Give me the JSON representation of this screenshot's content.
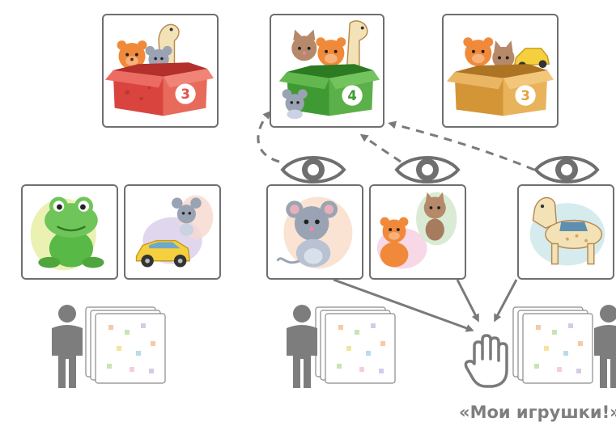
{
  "boxes": [
    {
      "count": "3",
      "color": "#e0504a"
    },
    {
      "count": "4",
      "color": "#3f9a33"
    },
    {
      "count": "3",
      "color": "#e3a33b"
    }
  ],
  "caption": "«Мои игрушки!»",
  "colors": {
    "frame": "#6f6f6f",
    "arrow": "#7a7a7a",
    "person": "#7d7d7d",
    "text": "#7e7e7e"
  },
  "cards": [
    {
      "toy": "frog-icon"
    },
    {
      "toy": "mouse-and-car-icon"
    },
    {
      "toy": "mouse-icon"
    },
    {
      "toy": "bear-and-cat-icon"
    },
    {
      "toy": "horse-icon"
    }
  ]
}
